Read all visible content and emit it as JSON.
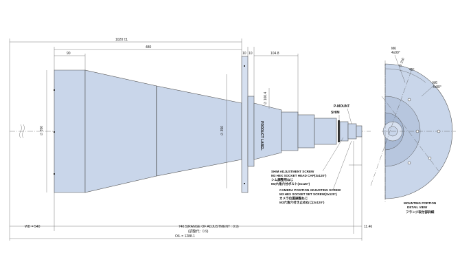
{
  "dimensions": {
    "total_top": "1020 ±1",
    "length_480": "480",
    "length_90": "90",
    "flange_10a": "10",
    "flange_10b": "10",
    "length_104": "104.8",
    "diameter_left": "∅ 350",
    "diameter_mid": "∅ 350",
    "diameter_small": "∅ 100.4",
    "wd": "WD = 540",
    "adjust": "740.5(RANGE OF ADJUSTMENT : 0.9)",
    "adjust_jp": "(調整代 : 0.9)",
    "oal": "O/L = 1288.1",
    "right_dim": "11.46"
  },
  "labels": {
    "product_label": "PRODUCT LABEL",
    "p_mount": "P-MOUNT",
    "shim": "SHIM",
    "shim_screw": [
      "SHIM ADJUSTMENT SCREW",
      "M3 HEX SOCKET HEAD CAP(3x120°)",
      "シム調整用ねじ",
      "M3六角穴付ボルト(3x120°)"
    ],
    "camera_screw": [
      "CAMERA POSITION ADJUSTING SCREW",
      "M3 HEX SOCKET SET SCREW(3x120°)",
      "カメラ位置調整ねじ",
      "M3六角穴付き止めねじ(3x120°)"
    ]
  },
  "detail": {
    "hole_top": "M6",
    "hole_top_count": "4x90°",
    "hole_right": "M6",
    "hole_right_count": "4x90°",
    "dia_label": "∅ 210",
    "angle": "45°",
    "title_en": [
      "MOUNTING PORTION",
      "DETAIL VIEW"
    ],
    "title_jp": "フランジ取付部詳細"
  }
}
